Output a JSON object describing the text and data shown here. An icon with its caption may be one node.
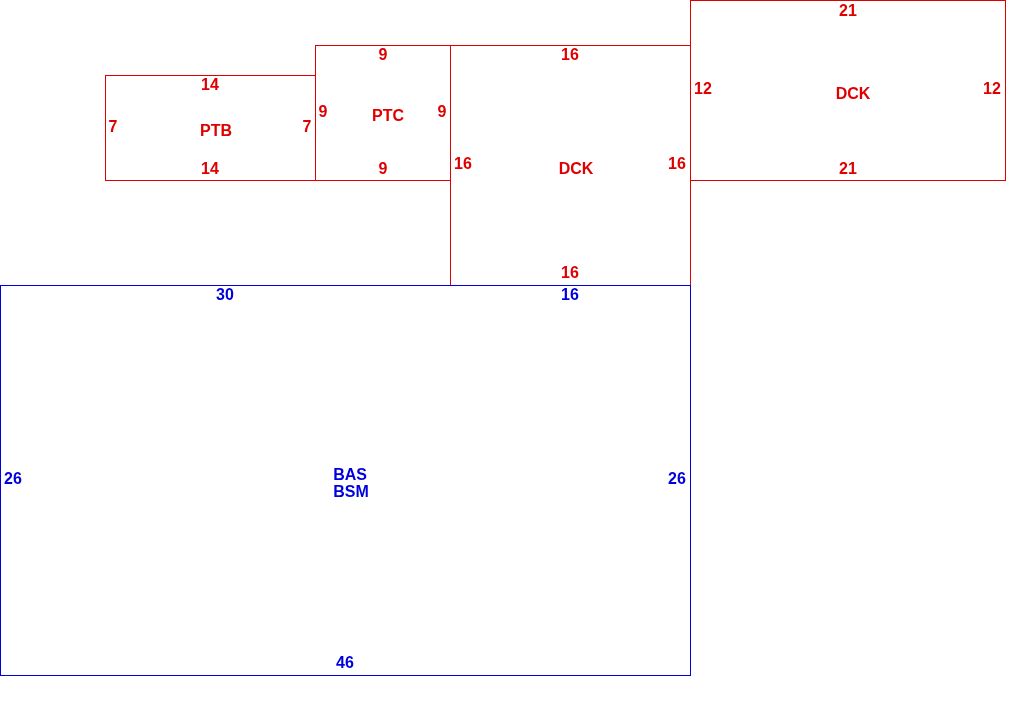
{
  "diagram": {
    "nodes": [
      {
        "text": [
          "PTB"
        ]
      },
      {
        "text": [
          "PTC"
        ]
      },
      {
        "text": [
          "DCK"
        ]
      },
      {
        "text": [
          "DCK"
        ]
      },
      {
        "text": [
          "BAS BSM"
        ]
      }
    ],
    "edges": [],
    "labels": [
      "21",
      "9",
      "16",
      "14",
      "12",
      "12",
      "9",
      "9",
      "7",
      "7",
      "16",
      "16",
      "14",
      "9",
      "21",
      "16",
      "30",
      "16",
      "26",
      "26",
      "46"
    ]
  }
}
